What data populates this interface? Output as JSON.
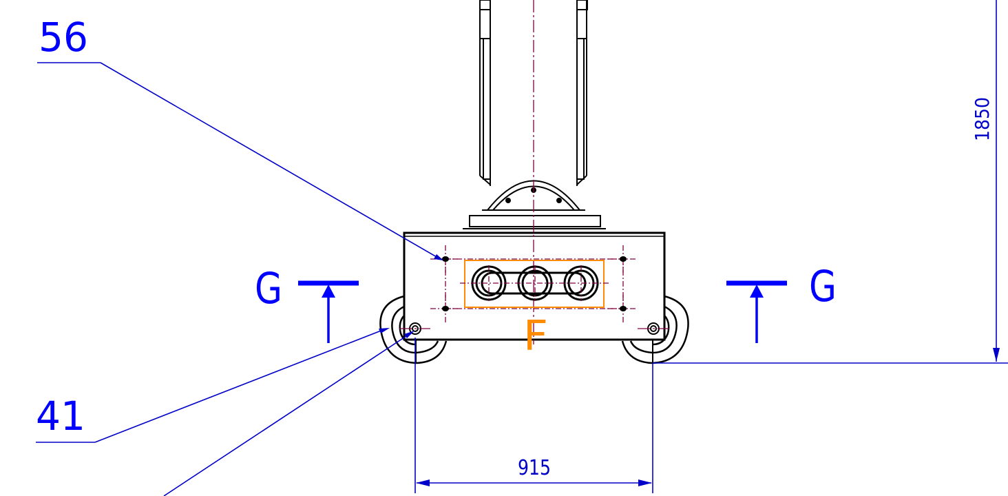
{
  "drawing": {
    "callouts": {
      "top_left": "56",
      "bottom_left": "41"
    },
    "section_marks": {
      "left": "G",
      "right": "G"
    },
    "detail_mark": "F",
    "dimensions": {
      "height": "1850",
      "wheel_spacing": "915"
    }
  },
  "colors": {
    "outline": "#000000",
    "dimension": "#0000c8",
    "centerline": "#800040",
    "highlight": "#ff8c00"
  }
}
